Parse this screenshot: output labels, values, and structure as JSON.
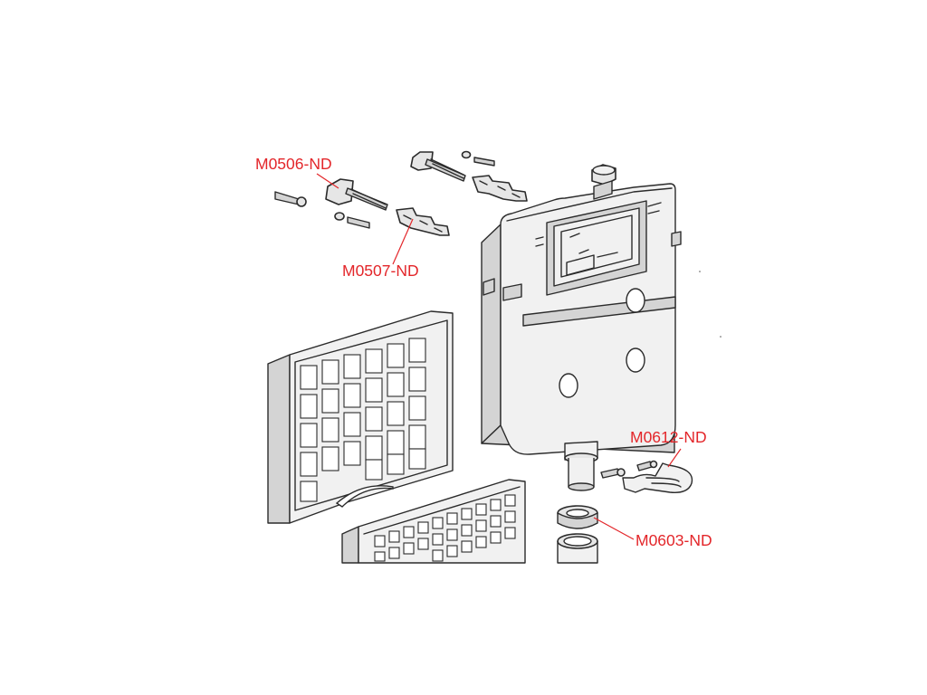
{
  "colors": {
    "label": "#e3262a",
    "leader": "#e3262a",
    "outline": "#2b2b2b",
    "fill": "#e6e6e6"
  },
  "labels": {
    "m0506": "M0506-ND",
    "m0507": "M0507-ND",
    "m0612": "M0612-ND",
    "m0603": "M0603-ND"
  }
}
